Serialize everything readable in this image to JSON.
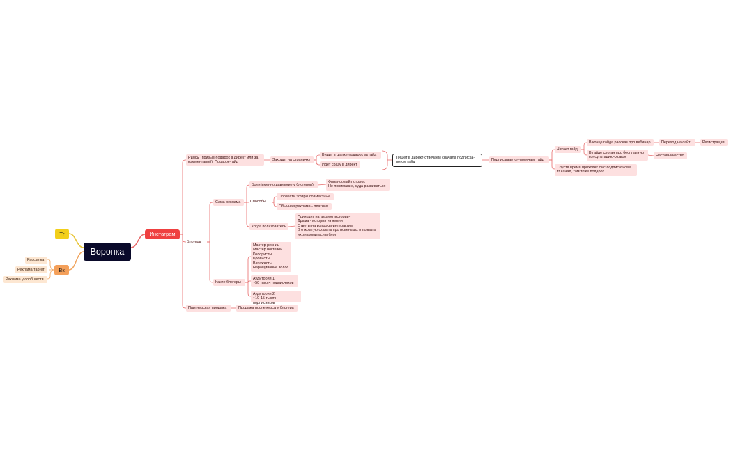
{
  "colors": {
    "root_bg": "#0a0a2a",
    "instagram": "#ef4040",
    "telegram": "#f2cf1a",
    "vk": "#f4a05a",
    "topic_bg": "#fde0e0",
    "vk_topic_bg": "#fde7d2",
    "link_red": "#e86a6a",
    "link_yellow": "#e8c63a",
    "link_orange": "#f0a560"
  },
  "root": {
    "label": "Воронка"
  },
  "branches": {
    "instagram": "Инстаграм",
    "tg": "Тг",
    "vk": "Вк"
  },
  "vk_items": [
    "Рассылка",
    "Реклама таргет",
    "Реклама у сообществ"
  ],
  "insta": {
    "reels": "Рилсы (призыв-подарок в директ или за комментарий). Подарок-гайд",
    "goes_to_page": "Заходит на страничку",
    "sees_header": "Видит в шапке-подарок за гайд",
    "goes_direct": "Идет сразу в директ",
    "writes_direct": "Пишет в директ-отвечаем сначала подписка-потом гайд",
    "subscribes": "Подписывается-получает гайд",
    "reads_guide": "Читает гайд",
    "end_webinar": "В конце гайда рассказ про вебинар",
    "to_site": "Переход на сайт",
    "registration": "Регистрация",
    "slogan": "В гайде слоган про бесплатную консультацию-созвон",
    "mentoring": "Наставничество",
    "sms": "Спустя время приходит смс-подписаться в тг канал, там тоже подарок",
    "bloggers": "Блогеры",
    "ad_itself": "Сама реклама",
    "pains": "Боли(именно давление у блогеров)",
    "pains_detail": "Финансовый потолок\nНе понимание, куда развиваться",
    "ways": "Способы",
    "joint_streams": "Провести эфиры совместные",
    "paid_ad": "Обычная реклама - платная",
    "when_user": "Когда пользователь",
    "when_user_detail": "Приходит на аккаунт истории-\nДрама - история из жизни\nОтветы на вопросы-интерактив\nВ открытую сказать про новеньких и позвать их знакомиться в блог",
    "which_bloggers": "Какие блогеры",
    "masters": "Мастер ресниц\nМастер ногтевой\nКолористы\nБровисты\nВизажисты\nНаращивание волос",
    "audience1": "Аудитория 1:\n~50 тысяч подписчиков",
    "audience2": "Аудитория 2:\n~10-15 тысяч подписчиков",
    "partner_sale": "Партнерская продажа",
    "sale_after_course": "Продажа после курса у блогера"
  }
}
